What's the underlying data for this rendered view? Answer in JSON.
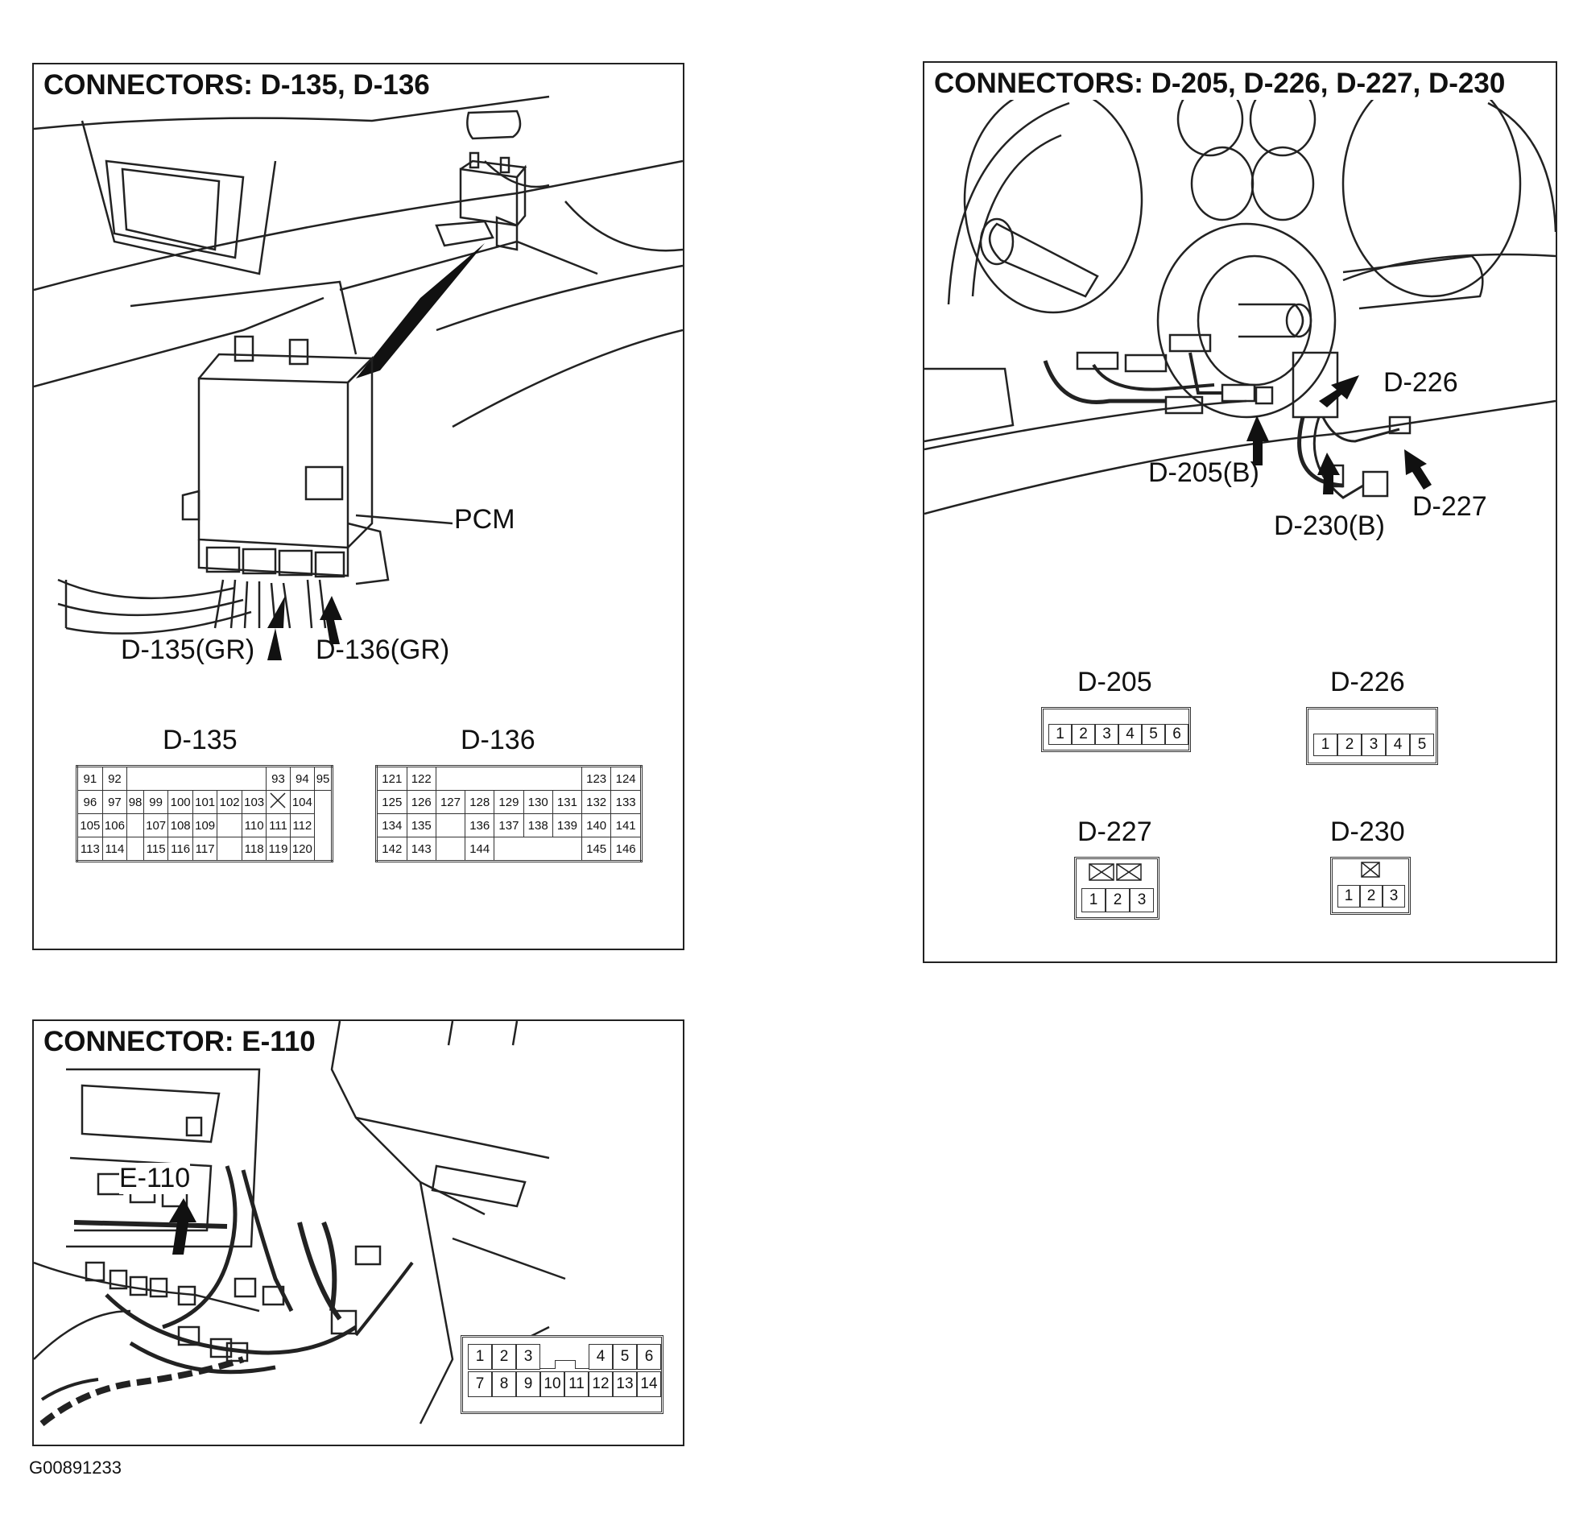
{
  "panels": {
    "pcm": {
      "title": "CONNECTORS: D-135, D-136",
      "pcm_label": "PCM",
      "arrow_labels": [
        "D-135(GR)",
        "D-136(GR)"
      ],
      "connectors": [
        {
          "name": "D-135",
          "rows": [
            [
              "91",
              "92",
              "",
              "",
              "",
              "",
              "",
              "",
              "93",
              "94",
              "95"
            ],
            [
              "96",
              "97",
              "98",
              "99",
              "100",
              "101",
              "102",
              "103",
              "X",
              "104"
            ],
            [
              "105",
              "106",
              "",
              "107",
              "108",
              "109",
              "",
              "110",
              "111",
              "112"
            ],
            [
              "113",
              "114",
              "",
              "115",
              "116",
              "117",
              "",
              "118",
              "119",
              "120"
            ]
          ]
        },
        {
          "name": "D-136",
          "rows": [
            [
              "121",
              "122",
              "",
              "",
              "",
              "",
              "",
              "",
              "123",
              "124"
            ],
            [
              "125",
              "126",
              "127",
              "128",
              "129",
              "130",
              "131",
              "132",
              "133"
            ],
            [
              "134",
              "135",
              "",
              "136",
              "137",
              "138",
              "139",
              "140",
              "141"
            ],
            [
              "142",
              "143",
              "",
              "144",
              "",
              "",
              "",
              "145",
              "146"
            ]
          ]
        }
      ]
    },
    "column": {
      "title": "CONNECTORS: D-205, D-226, D-227, D-230",
      "arrow_labels": [
        "D-226",
        "D-205(B)",
        "D-230(B)",
        "D-227"
      ],
      "connectors": [
        {
          "name": "D-205",
          "pins": [
            "1",
            "2",
            "3",
            "4",
            "5",
            "6"
          ]
        },
        {
          "name": "D-226",
          "pins": [
            "1",
            "2",
            "3",
            "4",
            "5"
          ]
        },
        {
          "name": "D-227",
          "pins": [
            "1",
            "2",
            "3"
          ]
        },
        {
          "name": "D-230",
          "pins": [
            "1",
            "2",
            "3"
          ]
        }
      ]
    },
    "dash": {
      "title": "CONNECTOR: E-110",
      "arrow_label": "E-110",
      "connector": {
        "rows": [
          [
            "1",
            "2",
            "3",
            "",
            "4",
            "5",
            "6"
          ],
          [
            "7",
            "8",
            "9",
            "10",
            "11",
            "12",
            "13",
            "14"
          ]
        ]
      }
    }
  },
  "footer": {
    "figure_id": "G00891233"
  },
  "icons": [
    "arrow-icon",
    "blocked-pin-icon"
  ]
}
